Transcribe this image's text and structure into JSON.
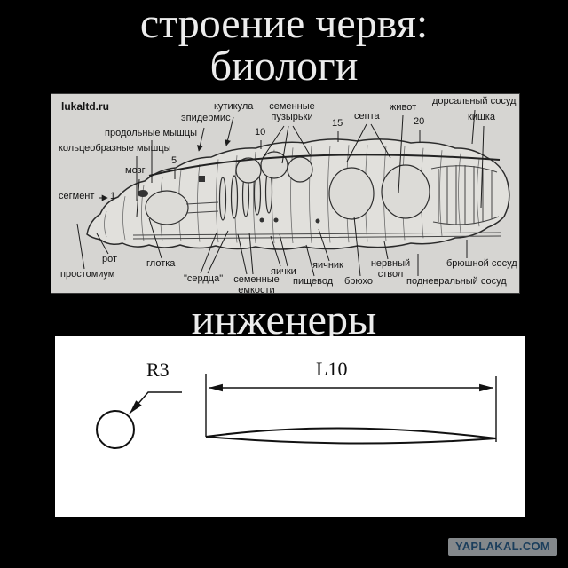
{
  "title": {
    "line1": "строение червя:",
    "line2": "биологи",
    "engineers": "инженеры"
  },
  "watermark": "YAPLAKAL.COM",
  "colors": {
    "background": "#000000",
    "title_text": "#ececec",
    "diagram_paper": "#d6d5d2",
    "engineering_paper": "#ffffff",
    "ink": "#111111",
    "watermark_bg": "#84888b",
    "watermark_text": "#1b3e5c"
  },
  "biology_panel": {
    "credit": "lukaltd.ru",
    "segment_numbers": {
      "n1": "1",
      "n5": "5",
      "n10": "10",
      "n15": "15",
      "n20": "20"
    },
    "labels": {
      "kutikula": "кутикула",
      "epidermis": "эпидермис",
      "prodolnye_myshtsy": "продольные мышцы",
      "koltseobraznye_myshtsy": "кольцеобразные мышцы",
      "mozg": "мозг",
      "segment": "сегмент",
      "semennye_puzyrki": "семенные\nпузырьки",
      "septa": "септа",
      "zhivot": "живот",
      "dorsalny_sosud": "дорсальный сосуд",
      "kishka": "кишка",
      "rot": "рот",
      "prostomium": "простомиум",
      "glotka": "глотка",
      "serdtsa": "\"сердца\"",
      "semennye_emkosti": "семенные\nемкости",
      "yaichki": "яички",
      "pishchevod": "пищевод",
      "yaichnik": "яичник",
      "bryukho": "брюхо",
      "nervny_stvol": "нервный\nствол",
      "podnevralny_sosud": "подневральный сосуд",
      "bryushnoy_sosud": "брюшной сосуд"
    }
  },
  "engineering_panel": {
    "radius_label": "R3",
    "length_label": "L10"
  }
}
